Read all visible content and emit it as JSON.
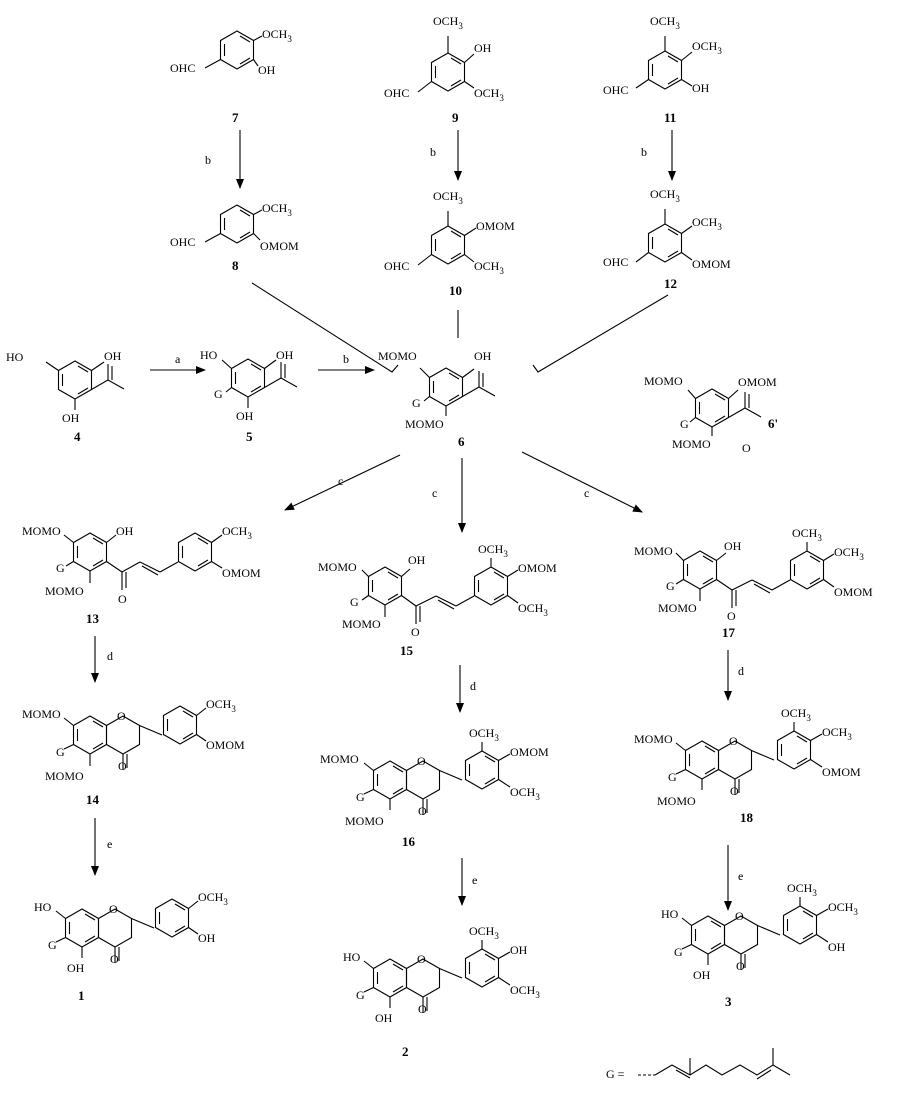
{
  "scheme": {
    "groups": {
      "OCH3": "OCH",
      "OCH3_sub": "3",
      "OH": "OH",
      "HO": "HO",
      "OMOM": "OMOM",
      "MOMO": "MOMO",
      "OHC": "OHC",
      "O": "O",
      "G": "G"
    },
    "conditions": {
      "a": "a",
      "b": "b",
      "c": "c",
      "d": "d",
      "e": "e"
    },
    "compounds": {
      "c1": "1",
      "c2": "2",
      "c3": "3",
      "c4": "4",
      "c5": "5",
      "c6": "6",
      "c6p": "6'",
      "c7": "7",
      "c8": "8",
      "c9": "9",
      "c10": "10",
      "c11": "11",
      "c12": "12",
      "c13": "13",
      "c14": "14",
      "c15": "15",
      "c16": "16",
      "c17": "17",
      "c18": "18"
    },
    "g_definition": "G ="
  }
}
